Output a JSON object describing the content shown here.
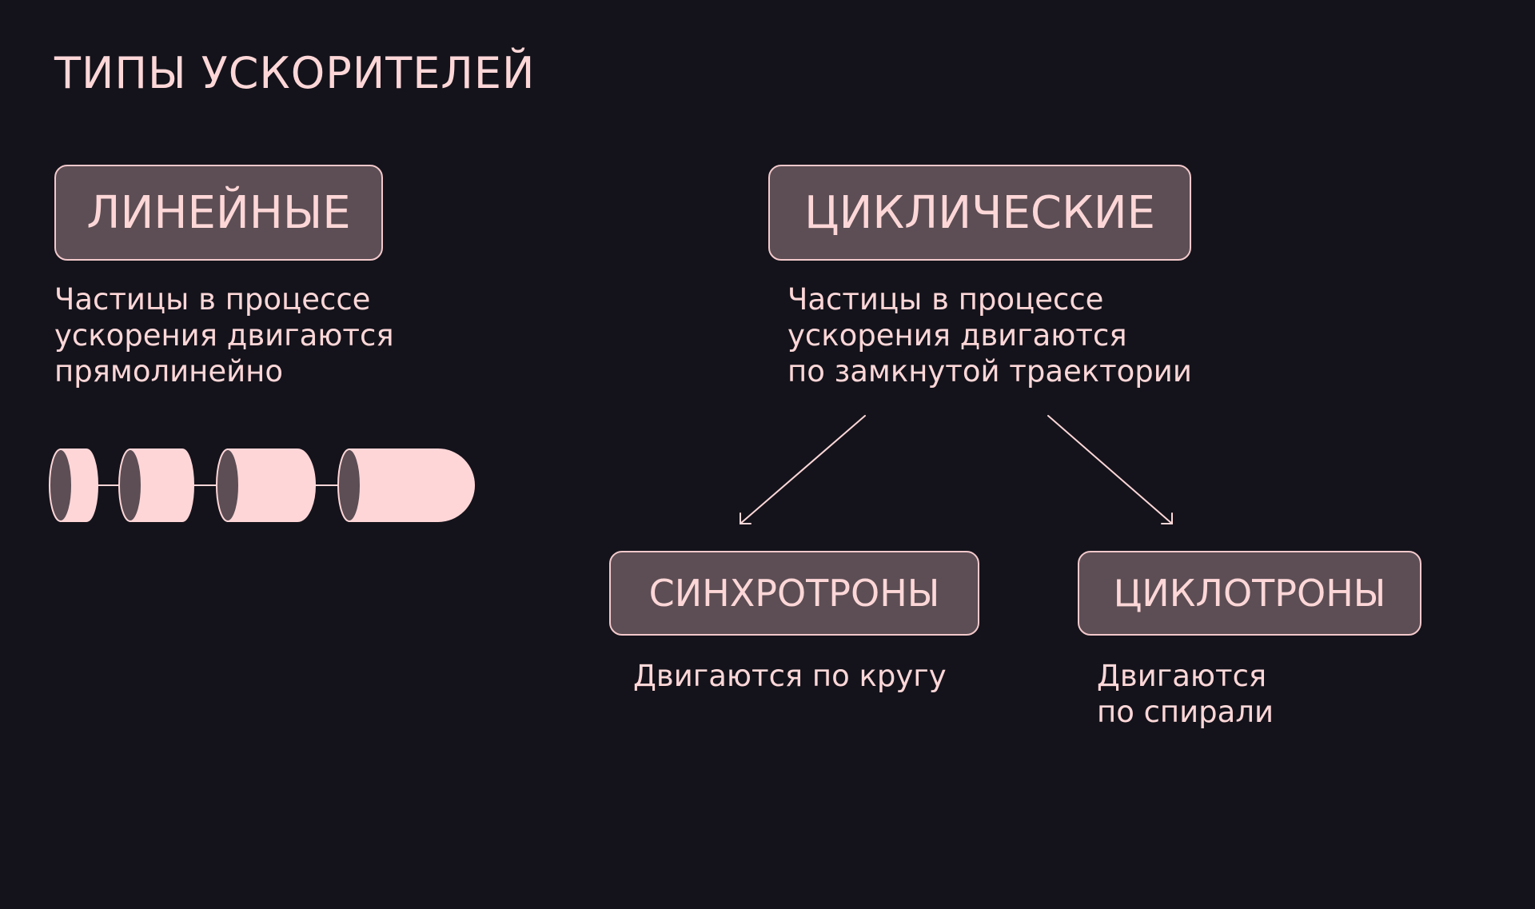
{
  "title": "ТИПЫ УСКОРИТЕЛЕЙ",
  "linear": {
    "label": "ЛИНЕЙНЫЕ",
    "description": [
      "Частицы в процессе",
      "ускорения двигаются",
      "прямолинейно"
    ]
  },
  "cyclic": {
    "label": "ЦИКЛИЧЕСКИЕ",
    "description": [
      "Частицы в процессе",
      "ускорения двигаются",
      "по замкнутой траектории"
    ]
  },
  "synchrotrons": {
    "label": "СИНХРОТРОНЫ",
    "description": [
      "Двигаются по кругу"
    ]
  },
  "cyclotrons": {
    "label": "ЦИКЛОТРОНЫ",
    "description": [
      "Двигаются",
      "по спирали"
    ]
  },
  "colors": {
    "background": "#14131b",
    "accent": "#fdd7d8",
    "box_fill": "#5c4e54"
  }
}
